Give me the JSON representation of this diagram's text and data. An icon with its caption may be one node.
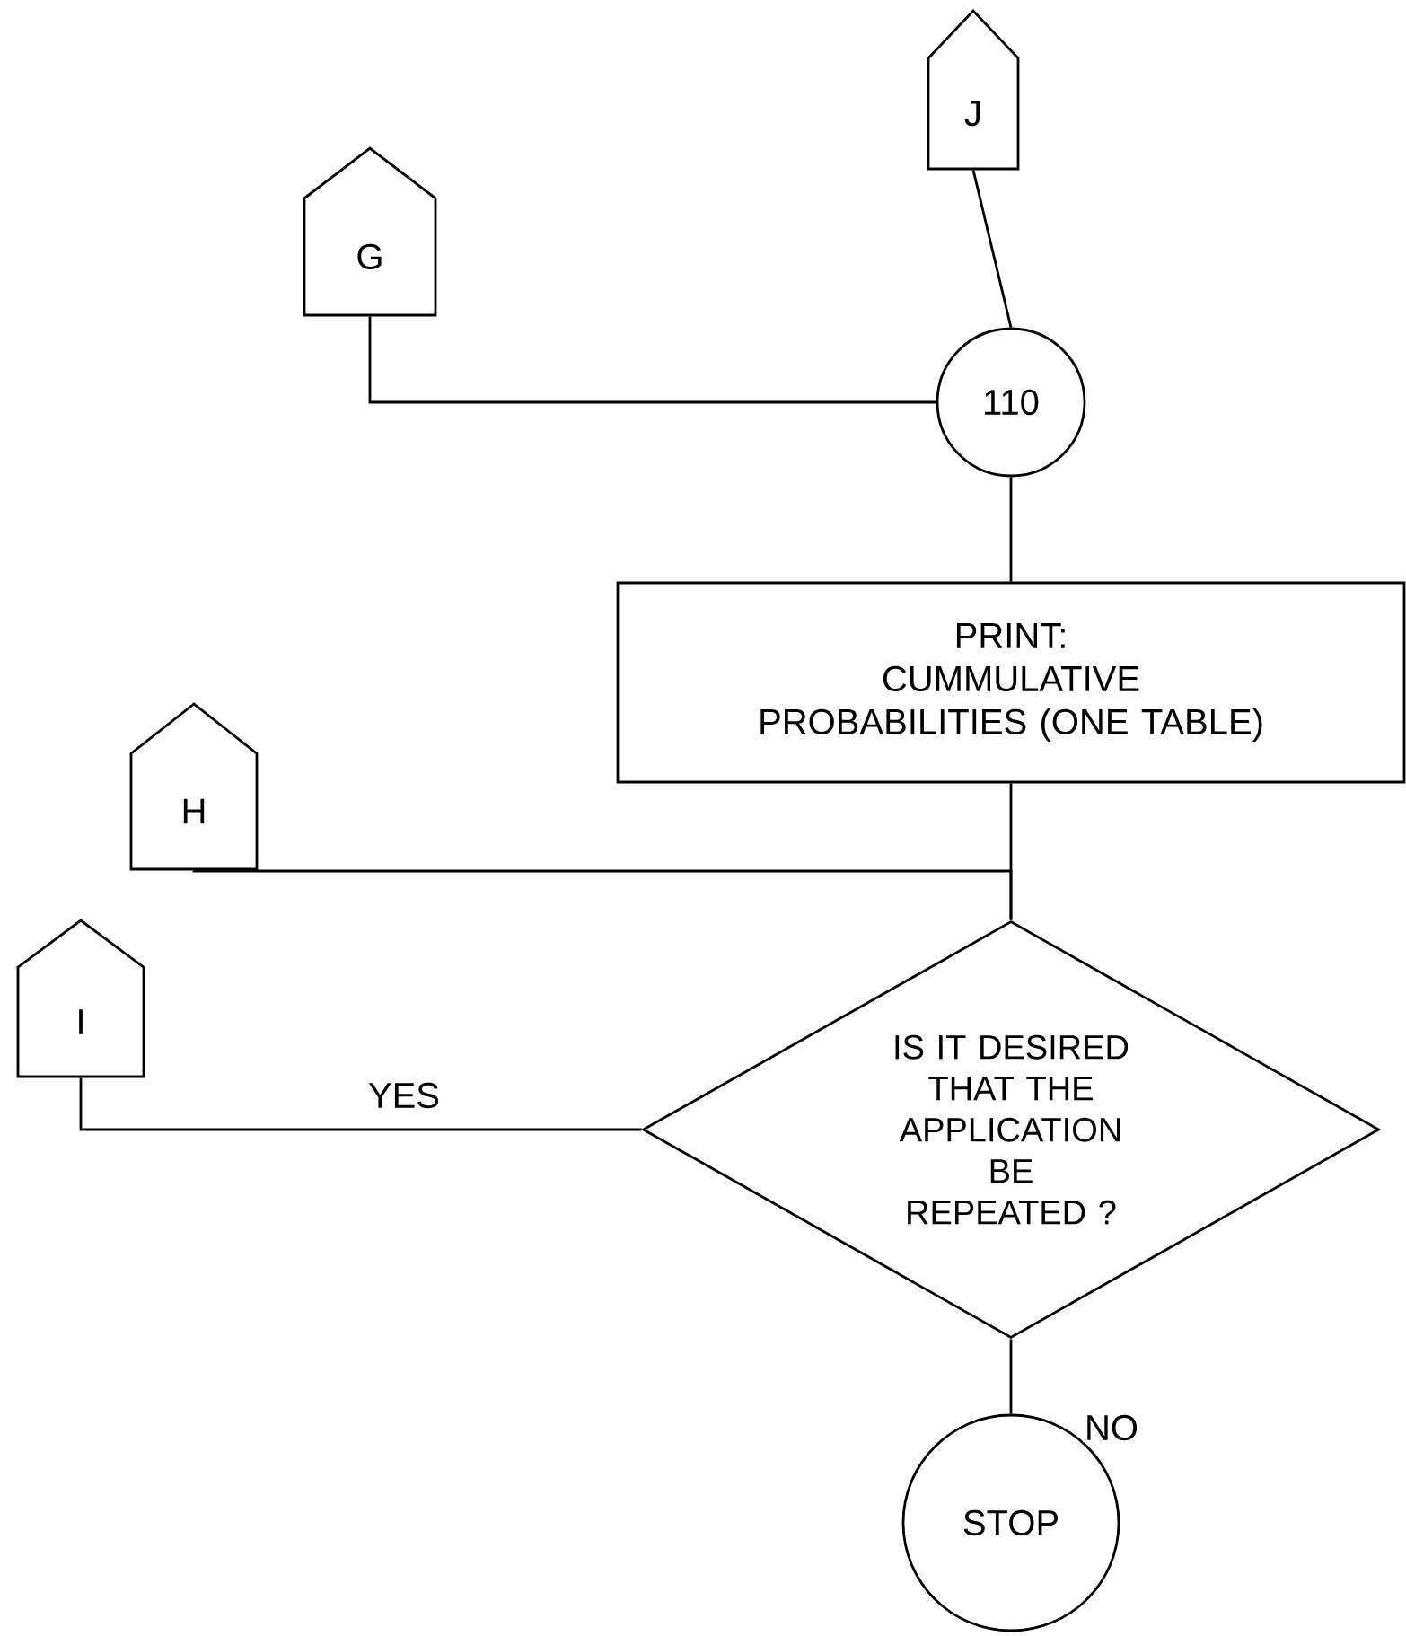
{
  "diagram": {
    "nodes": [
      {
        "text": [
          "J"
        ]
      },
      {
        "text": [
          "G"
        ]
      },
      {
        "text": [
          "110"
        ]
      },
      {
        "text": [
          "PRINT:",
          "CUMMULATIVE PROBABILITIES (ONE TABLE)"
        ]
      },
      {
        "text": [
          "H"
        ]
      },
      {
        "text": [
          "I"
        ]
      },
      {
        "text": [
          "IS IT DESIRED THAT THE APPLICATION BE REPEATED ?"
        ]
      },
      {
        "text": [
          "STOP"
        ]
      }
    ],
    "edges": [
      {
        "from": 0,
        "to": 2,
        "arrow": "none"
      },
      {
        "from": 1,
        "to": 2,
        "arrow": "none"
      },
      {
        "from": 2,
        "to": 3,
        "arrow": "none"
      },
      {
        "from": 3,
        "to": 6,
        "arrow": "none"
      },
      {
        "from": 4,
        "to": 6,
        "arrow": "none"
      },
      {
        "from": 6,
        "to": 5,
        "arrow": "none",
        "label": "YES"
      },
      {
        "from": 6,
        "to": 7,
        "arrow": "none",
        "label": "NO"
      }
    ]
  }
}
